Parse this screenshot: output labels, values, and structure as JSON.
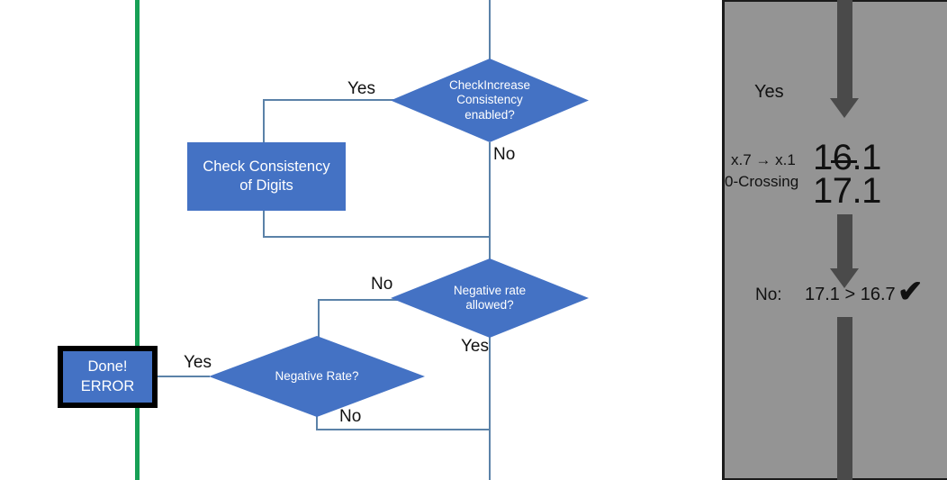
{
  "colors": {
    "node_fill": "#4472C4",
    "node_text": "#FFFFFF",
    "connector": "#5B82A8",
    "green_divider": "#17A055",
    "panel_bg": "#949494",
    "panel_arrow": "#4A4A4A",
    "panel_border": "#1B1B1B"
  },
  "flowchart": {
    "nodes": {
      "check_increase_consistency": {
        "type": "decision",
        "line1": "CheckIncrease",
        "line2": "Consistency",
        "line3": "enabled?"
      },
      "check_consistency_of_digits": {
        "type": "process",
        "line1": "Check Consistency",
        "line2": "of Digits"
      },
      "negative_rate_allowed": {
        "type": "decision",
        "line1": "Negative rate",
        "line2": "allowed?"
      },
      "negative_rate": {
        "type": "decision",
        "line1": "Negative Rate?"
      },
      "done_error": {
        "type": "terminator",
        "line1": "Done!",
        "line2": "ERROR"
      }
    },
    "edge_labels": {
      "check_increase_yes": "Yes",
      "check_increase_no": "No",
      "negative_rate_allowed_no": "No",
      "negative_rate_allowed_yes": "Yes",
      "negative_rate_yes": "Yes",
      "negative_rate_no": "No"
    }
  },
  "panel": {
    "yes_label": "Yes",
    "transition_label": "x.7 → x.1",
    "zero_crossing_label": "0-Crossing",
    "value_struck": "16.1",
    "value_current": "17.1",
    "result_prefix": "No:",
    "result_inequality": "17.1 > 16.7",
    "result_check": "✔"
  }
}
